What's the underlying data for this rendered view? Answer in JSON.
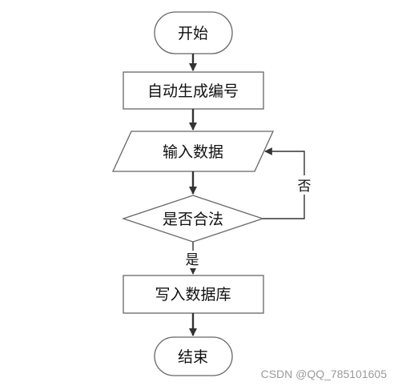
{
  "nodes": {
    "start": {
      "label": "开始"
    },
    "auto_number": {
      "label": "自动生成编号"
    },
    "input_data": {
      "label": "输入数据"
    },
    "valid_check": {
      "label": "是否合法"
    },
    "write_data": {
      "label": "写入数据库"
    },
    "end": {
      "label": "结束"
    }
  },
  "edges": {
    "yes_label": "是",
    "no_label": "否"
  },
  "watermark": "CSDN @QQ_785101605"
}
